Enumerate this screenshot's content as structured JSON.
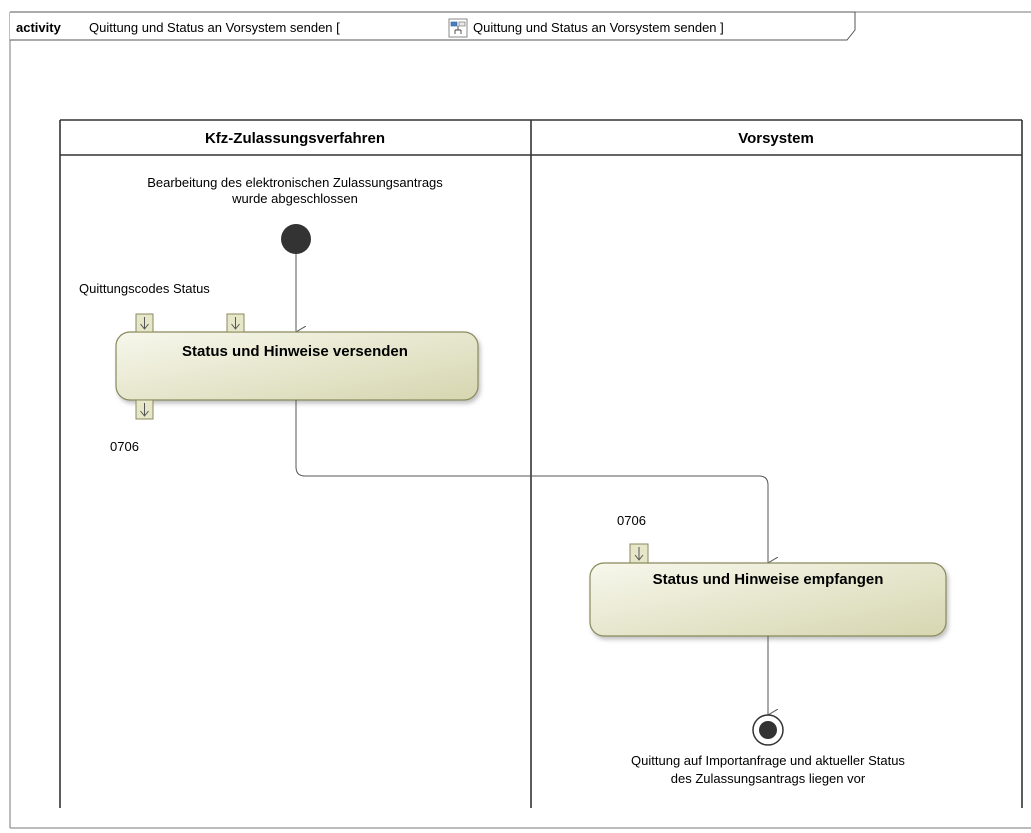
{
  "frame": {
    "keyword": "activity",
    "title": "Quittung und Status an Vorsystem senden [",
    "diagram_ref": "Quittung und Status an Vorsystem senden ]",
    "diagram_icon": "activity-diagram-icon"
  },
  "swimlanes": [
    {
      "name": "Kfz-Zulassungsverfahren"
    },
    {
      "name": "Vorsystem"
    }
  ],
  "initial_node": {
    "label_line1": "Bearbeitung des elektronischen Zulassungsantrags",
    "label_line2": "wurde abgeschlossen"
  },
  "actions": [
    {
      "name": "Status und Hinweise versenden",
      "input_pins_label": "Quittungscodes Status",
      "output_pin_label": "0706"
    },
    {
      "name": "Status und Hinweise empfangen",
      "input_pin_label": "0706"
    }
  ],
  "final_node": {
    "label_line1": "Quittung auf Importanfrage und aktueller Status",
    "label_line2": "des Zulassungsantrags liegen vor"
  },
  "colors": {
    "action_fill_top": "#f4f4e6",
    "action_fill_bottom": "#dcdcb8",
    "action_stroke": "#8a8a5c",
    "pin_fill": "#e6e6c8",
    "pin_stroke": "#8a8a5c",
    "node_fill": "#333333",
    "line": "#555555"
  }
}
